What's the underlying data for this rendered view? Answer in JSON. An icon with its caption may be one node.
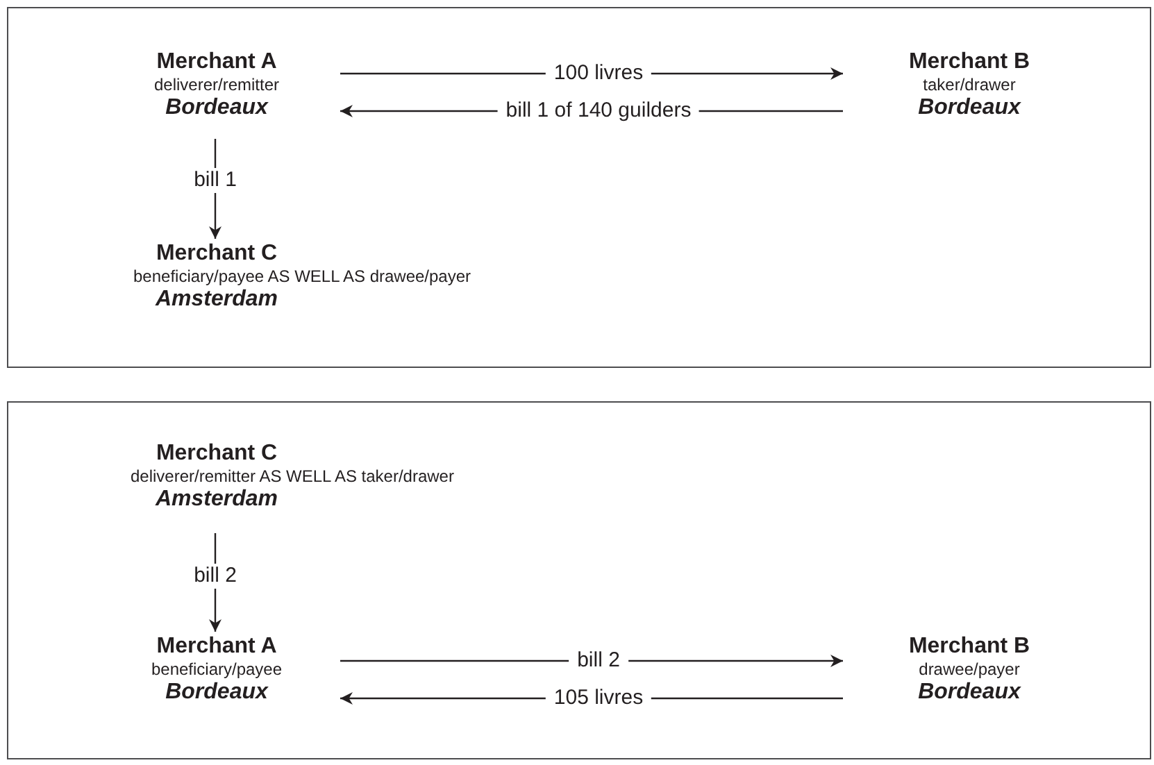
{
  "diagram": {
    "nodes": [
      {
        "text": [],
        "shape": "box"
      },
      {
        "text": [
          "Merchant A",
          "deliverer/remitter",
          "Bordeaux"
        ],
        "in": 0
      },
      {
        "text": [
          "Merchant B",
          "taker/drawer",
          "Bordeaux"
        ],
        "in": 0
      },
      {
        "text": [
          "Merchant C",
          "beneficiary/payee AS WELL AS drawee/payer",
          "Amsterdam"
        ],
        "in": 0
      },
      {
        "text": [],
        "shape": "box"
      },
      {
        "text": [
          "Merchant C",
          "deliverer/remitter AS WELL AS taker/drawer",
          "Amsterdam"
        ],
        "in": 4
      },
      {
        "text": [
          "Merchant A",
          "beneficiary/payee",
          "Bordeaux"
        ],
        "in": 4
      },
      {
        "text": [
          "Merchant B",
          "drawee/payer",
          "Bordeaux"
        ],
        "in": 4
      }
    ],
    "edges": [
      {
        "from": 1,
        "to": 2,
        "arrow": "to",
        "label": "100 livres"
      },
      {
        "from": 2,
        "to": 1,
        "arrow": "to",
        "label": "bill 1 of 140 guilders"
      },
      {
        "from": 1,
        "to": 3,
        "arrow": "to",
        "label": "bill 1"
      },
      {
        "from": 5,
        "to": 6,
        "arrow": "to",
        "label": "bill 2"
      },
      {
        "from": 6,
        "to": 7,
        "arrow": "to",
        "label": "bill 2"
      },
      {
        "from": 7,
        "to": 6,
        "arrow": "to",
        "label": "105 livres"
      }
    ]
  }
}
